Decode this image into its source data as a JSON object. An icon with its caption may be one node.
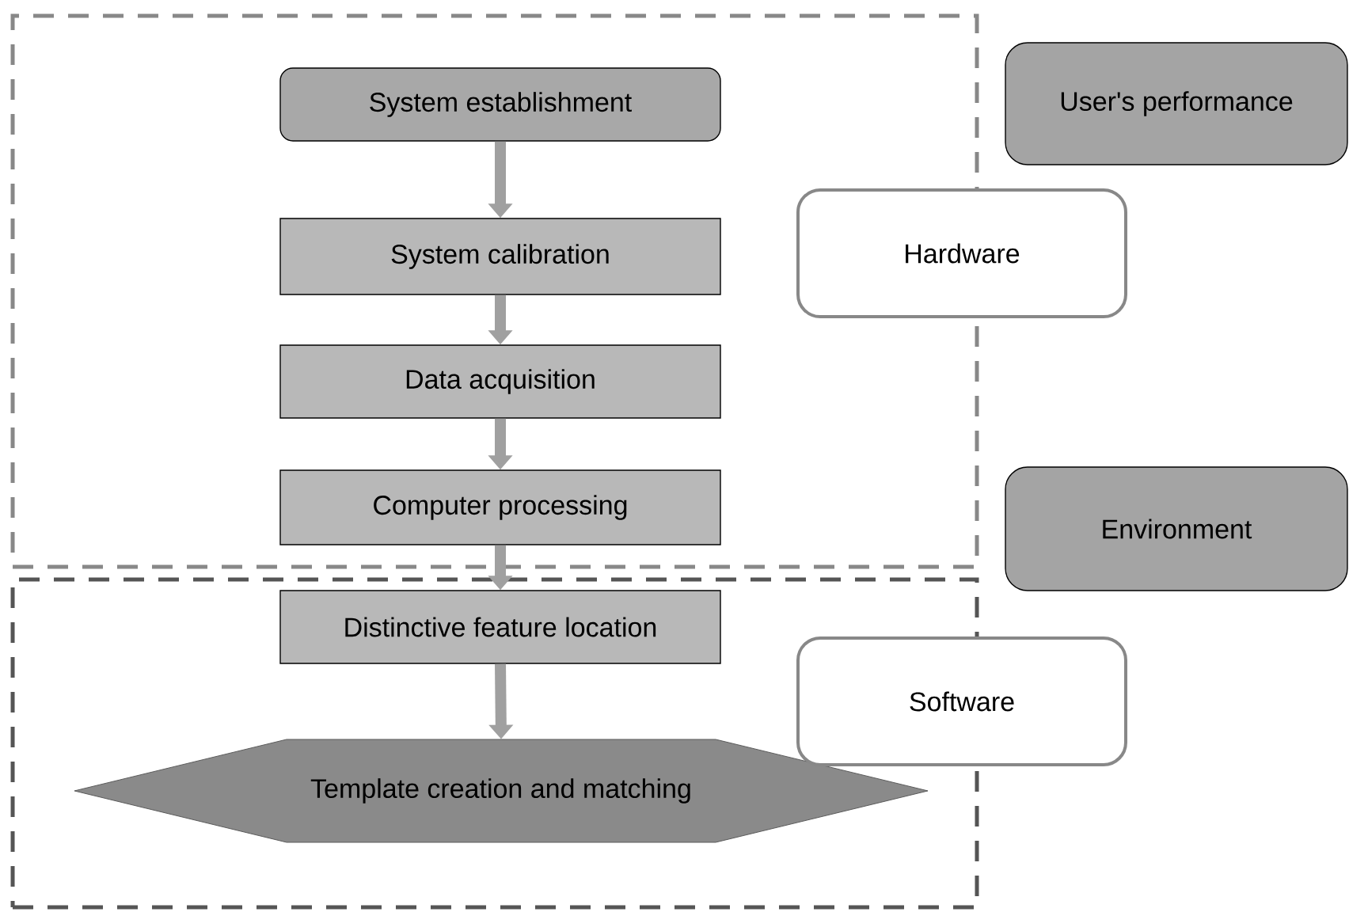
{
  "diagram": {
    "nodes": [
      {
        "text": [],
        "shape": "box"
      },
      {
        "text": [
          "System establishment"
        ],
        "in": 0
      },
      {
        "text": [
          "System calibration"
        ],
        "in": 0
      },
      {
        "text": [
          "Data acquisition"
        ],
        "in": 0
      },
      {
        "text": [
          "Computer processing"
        ],
        "in": 0
      },
      {
        "text": [],
        "shape": "box"
      },
      {
        "text": [
          "Distinctive feature location"
        ],
        "in": 5
      },
      {
        "text": [
          "Template creation and matching"
        ],
        "in": 5
      },
      {
        "text": [
          "User's performance"
        ]
      },
      {
        "text": [
          "Hardware"
        ]
      },
      {
        "text": [
          "Environment"
        ]
      },
      {
        "text": [
          "Software"
        ]
      }
    ],
    "edges": [
      {
        "from": 1,
        "to": 2,
        "arrow": "to"
      },
      {
        "from": 2,
        "to": 3,
        "arrow": "to"
      },
      {
        "from": 3,
        "to": 4,
        "arrow": "to"
      },
      {
        "from": 4,
        "to": 6,
        "arrow": "to"
      },
      {
        "from": 6,
        "to": 7,
        "arrow": "to"
      }
    ]
  }
}
